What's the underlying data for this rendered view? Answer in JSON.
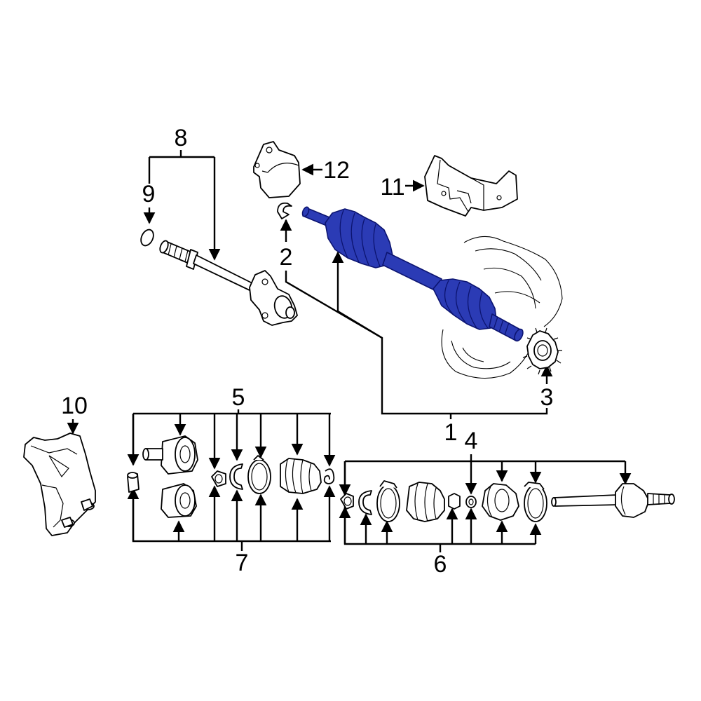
{
  "diagram": {
    "callouts": {
      "c1": "1",
      "c2": "2",
      "c3": "3",
      "c4": "4",
      "c5": "5",
      "c6": "6",
      "c7": "7",
      "c8": "8",
      "c9": "9",
      "c10": "10",
      "c11": "11",
      "c12": "12"
    },
    "colors": {
      "highlight": "#2b3bb5",
      "line": "#000000",
      "background": "#ffffff"
    }
  }
}
